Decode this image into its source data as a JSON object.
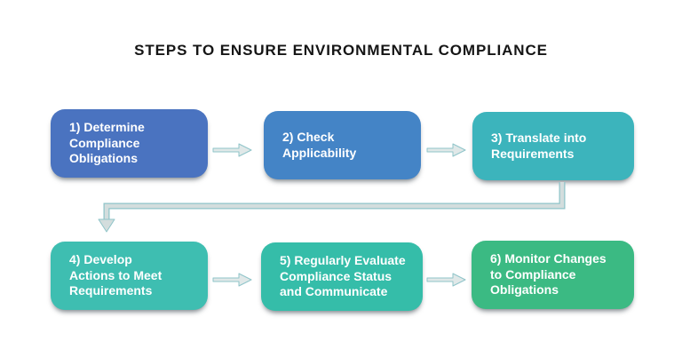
{
  "title": "STEPS TO ENSURE ENVIRONMENTAL COMPLIANCE",
  "colors": {
    "background": "#ffffff",
    "title_text": "#151515",
    "step_text": "#ffffff",
    "arrow_fill": "#e0e8e8",
    "arrow_outline": "#8fc4c9",
    "connector_fill": "#d3dddd"
  },
  "diagram": {
    "type": "flowchart",
    "steps": [
      {
        "order": 1,
        "label": "1) Determine\nCompliance\nObligations",
        "color": "#4a73c0"
      },
      {
        "order": 2,
        "label": "2) Check\nApplicability",
        "color": "#4484c6"
      },
      {
        "order": 3,
        "label": "3) Translate into\nRequirements",
        "color": "#3cb4bc"
      },
      {
        "order": 4,
        "label": "4) Develop\nActions to Meet\nRequirements",
        "color": "#3ebeb1"
      },
      {
        "order": 5,
        "label": "5) Regularly Evaluate\nCompliance Status\nand Communicate",
        "color": "#35bda9"
      },
      {
        "order": 6,
        "label": "6) Monitor Changes\nto Compliance\nObligations",
        "color": "#3bba83"
      }
    ],
    "connections": [
      {
        "from": 1,
        "to": 2,
        "style": "right-arrow"
      },
      {
        "from": 2,
        "to": 3,
        "style": "right-arrow"
      },
      {
        "from": 3,
        "to": 4,
        "style": "elbow-down-left-arrow"
      },
      {
        "from": 4,
        "to": 5,
        "style": "right-arrow"
      },
      {
        "from": 5,
        "to": 6,
        "style": "right-arrow"
      }
    ]
  }
}
